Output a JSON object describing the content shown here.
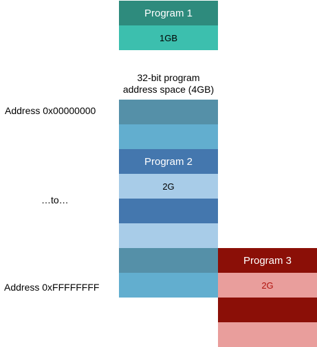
{
  "colors": {
    "program1_header": "#2e8b7d",
    "program1_body": "#3cbfae",
    "space_dark": "#5590a8",
    "space_light": "#62aecf",
    "program2_dark": "#4477ae",
    "program2_light": "#a8cce8",
    "program3_dark": "#8b0f07",
    "program3_light": "#e99e9c",
    "program3_text": "#b0120d"
  },
  "program1": {
    "title": "Program 1",
    "size": "1GB"
  },
  "address_space": {
    "caption_line1": "32-bit program",
    "caption_line2": "address space (4GB)",
    "start_label": "Address 0x00000000",
    "middle_label": "…to…",
    "end_label": "Address 0xFFFFFFFF"
  },
  "program2": {
    "title": "Program 2",
    "size": "2G"
  },
  "program3": {
    "title": "Program 3",
    "size": "2G"
  }
}
